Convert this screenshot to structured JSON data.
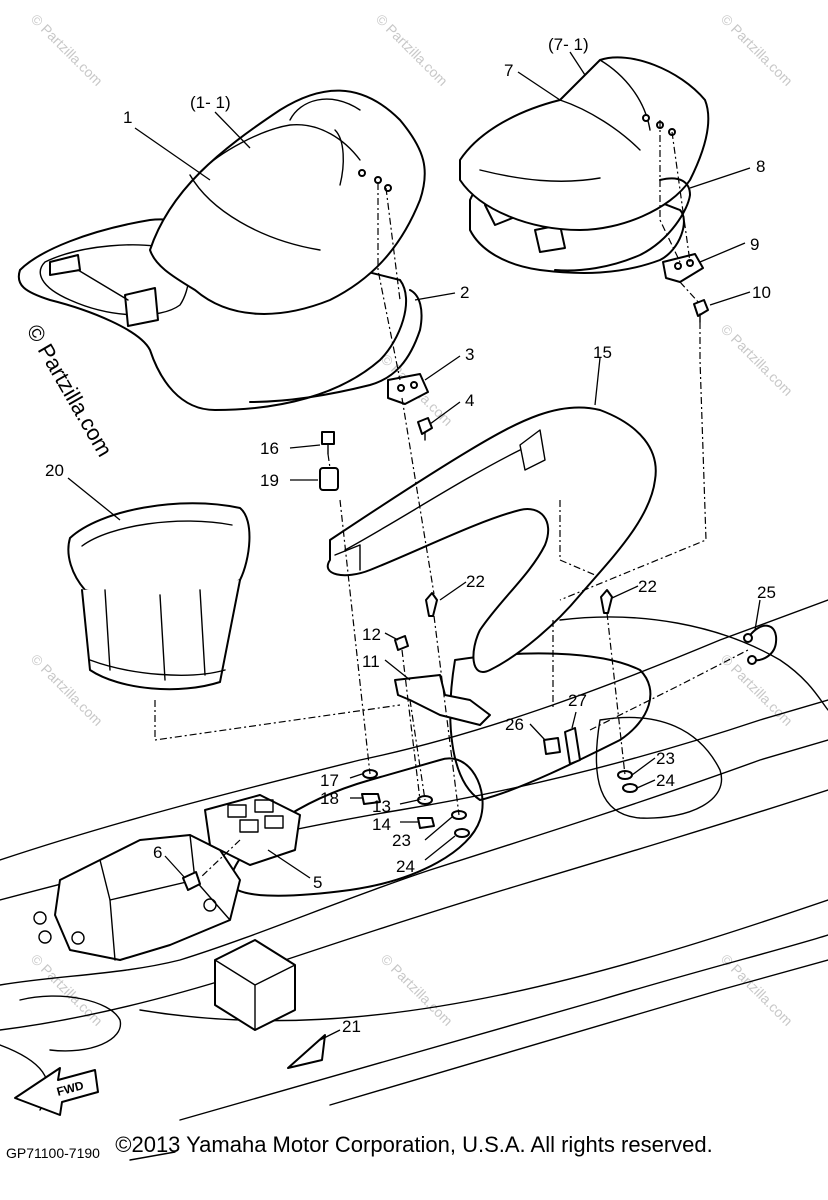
{
  "diagram": {
    "callouts": {
      "c1": "1",
      "c1_1": "(1- 1)",
      "c2": "2",
      "c3": "3",
      "c4": "4",
      "c5": "5",
      "c6": "6",
      "c7": "7",
      "c7_1": "(7- 1)",
      "c8": "8",
      "c9": "9",
      "c10": "10",
      "c11": "11",
      "c12": "12",
      "c13": "13",
      "c14": "14",
      "c15": "15",
      "c16": "16",
      "c17": "17",
      "c18": "18",
      "c19": "19",
      "c20": "20",
      "c21": "21",
      "c22a": "22",
      "c22b": "22",
      "c23a": "23",
      "c23b": "23",
      "c24a": "24",
      "c24b": "24",
      "c25": "25",
      "c26": "26",
      "c27": "27"
    },
    "fwd_label": "FWD",
    "part_code": "GP71100-7190",
    "watermark_main": "© Partzilla.com",
    "watermark_small": "© Partzilla.com"
  },
  "footer": {
    "copyright": "©2013 Yamaha Motor Corporation, U.S.A. All rights reserved."
  }
}
